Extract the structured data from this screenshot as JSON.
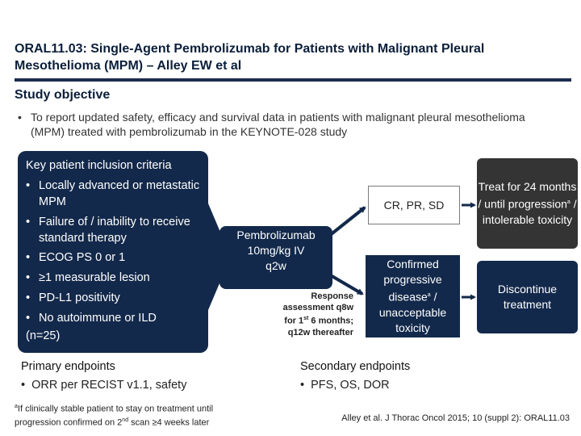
{
  "title": "ORAL11.03: Single-Agent Pembrolizumab for Patients with Malignant Pleural Mesothelioma (MPM) – Alley EW et al",
  "objective": {
    "heading": "Study objective",
    "bullet": "•",
    "text": "To report updated safety, efficacy and survival data in patients with malignant pleural mesothelioma (MPM) treated with pembrolizumab in the KEYNOTE-028 study"
  },
  "criteria": {
    "heading": "Key patient inclusion criteria",
    "bullet": "•",
    "items": [
      "Locally advanced or metastatic MPM",
      "Failure of / inability to receive standard therapy",
      "ECOG PS 0 or 1",
      "≥1 measurable lesion",
      "PD-L1 positivity",
      "No autoimmune or ILD"
    ],
    "n": "(n=25)"
  },
  "treatment": {
    "line1": "Pembrolizumab",
    "line2": "10mg/kg IV",
    "line3": "q2w"
  },
  "response_assessment": {
    "line1": "Response",
    "line2": "assessment q8w",
    "line3a": "for 1",
    "line3sup": "st",
    "line3b": " 6 months;",
    "line4": "q12w thereafter"
  },
  "outcomes": {
    "cr_pr_sd": "CR, PR, SD",
    "confirmed_a": "Confirmed progressive disease",
    "confirmed_sup": "a",
    "confirmed_b": " / unacceptable toxicity",
    "treat_a": "Treat for 24 months / until progression",
    "treat_sup": "a",
    "treat_b": " / intolerable toxicity",
    "discontinue": "Discontinue treatment"
  },
  "primary": {
    "heading": "Primary endpoints",
    "bullet": "•",
    "item": "ORR per RECIST v1.1, safety"
  },
  "secondary": {
    "heading": "Secondary endpoints",
    "bullet": "•",
    "item": "PFS, OS, DOR"
  },
  "footnote": {
    "sup": "a",
    "text1": "If clinically stable patient to stay on treatment until progression confirmed on 2",
    "sup2": "nd",
    "text2": " scan ≥4 weeks later"
  },
  "reference": "Alley et al. J Thorac Oncol 2015; 10 (suppl 2): ORAL11.03",
  "colors": {
    "navy": "#13294b",
    "dark_gray": "#343434",
    "rule": "#1c2b4d"
  }
}
